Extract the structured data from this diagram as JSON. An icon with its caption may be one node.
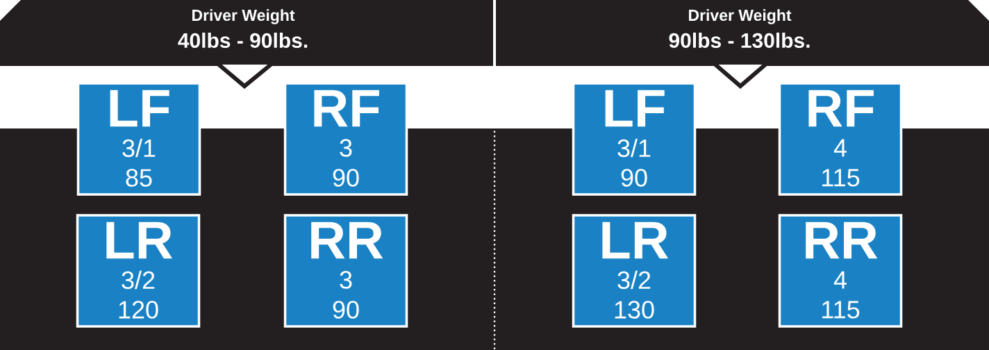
{
  "diagram": {
    "nodes": [
      {
        "text": [
          "Driver Weight",
          "40lbs - 90lbs."
        ]
      },
      {
        "text": [
          "LF",
          "3/1",
          "85"
        ]
      },
      {
        "text": [
          "RF",
          "3",
          "90"
        ]
      },
      {
        "text": [
          "LR",
          "3/2",
          "120"
        ]
      },
      {
        "text": [
          "RR",
          "3",
          "90"
        ]
      },
      {
        "text": [
          "Driver Weight",
          "90lbs - 130lbs."
        ]
      },
      {
        "text": [
          "LF",
          "3/1",
          "90"
        ]
      },
      {
        "text": [
          "RF",
          "4",
          "115"
        ]
      },
      {
        "text": [
          "LR",
          "3/2",
          "130"
        ]
      },
      {
        "text": [
          "RR",
          "4",
          "115"
        ]
      }
    ]
  }
}
